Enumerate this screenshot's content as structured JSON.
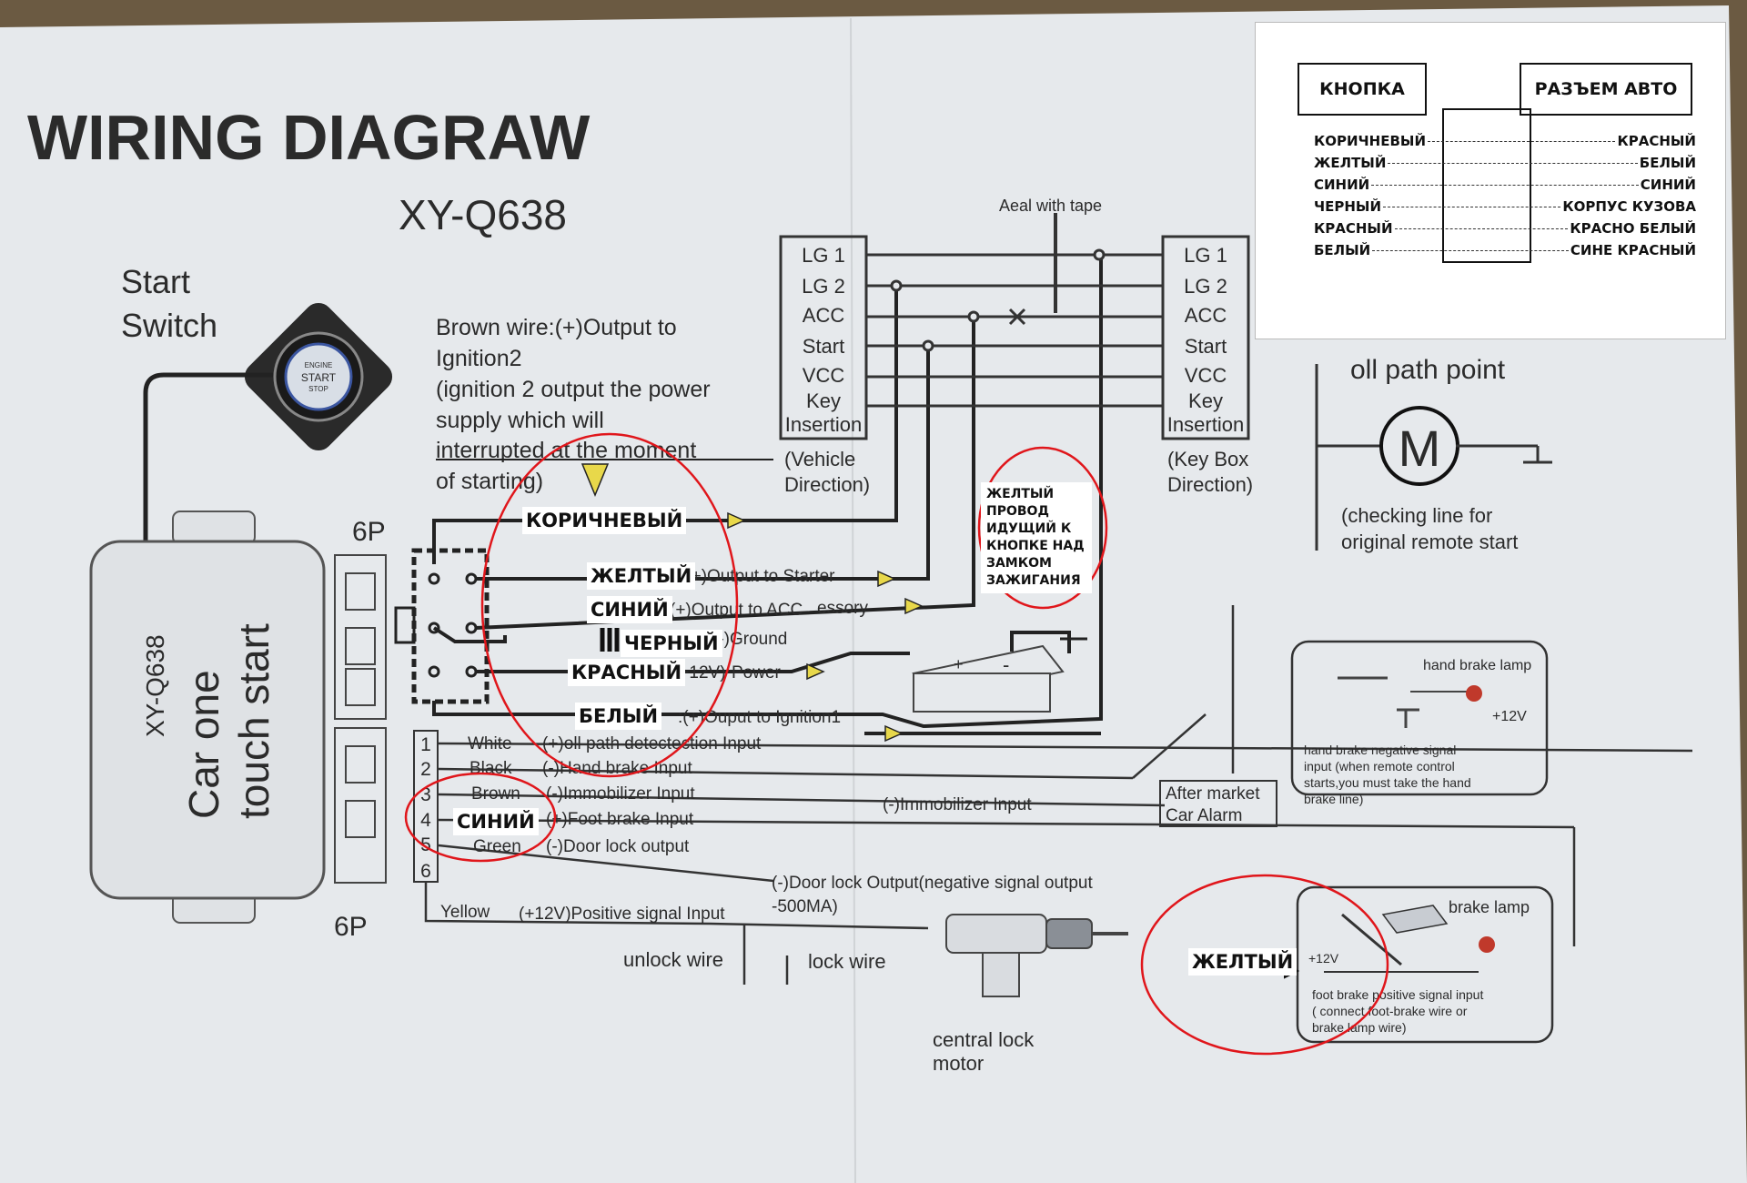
{
  "title": "WIRING DIAGRAW",
  "model": "XY-Q638",
  "start_switch": {
    "label_line1": "Start",
    "label_line2": "Switch",
    "btn_top": "ENGINE",
    "btn_mid": "START",
    "btn_bot": "STOP"
  },
  "module": {
    "model": "XY-Q638",
    "label_line1": "Car one",
    "label_line2": "touch start"
  },
  "connector_top": "6P",
  "connector_bottom": "6P",
  "brown_note": [
    "Brown wire:(+)Output to",
    "Ignition2",
    "(ignition 2 output the power",
    "supply which will",
    "interrupted at the moment",
    "of starting)"
  ],
  "aeal": "Aeal with tape",
  "left_block": [
    "LG 1",
    "LG 2",
    "ACC",
    "Start",
    "VCC",
    "Key",
    "Insertion"
  ],
  "right_block": [
    "LG 1",
    "LG 2",
    "ACC",
    "Start",
    "VCC",
    "Key",
    "Insertion"
  ],
  "vehicle_dir": [
    "(Vehicle",
    "Direction)"
  ],
  "keybox_dir": [
    "(Key Box",
    "Direction)"
  ],
  "oil_path": "oll path point",
  "motor": "M",
  "checking": [
    "(checking line for",
    "original remote start"
  ],
  "top_wires": {
    "starter": ":(+)Output to Starter",
    "acc": "(+)Output to ACC",
    "acc_tail": "essory",
    "ground": "(-)Ground",
    "power_v": "(+12V)",
    "power": "Power",
    "ignition1": ":(+)Ouput to Ignition1"
  },
  "pins": [
    {
      "num": "1",
      "color": "White",
      "desc": "(+)oll path detectection Input"
    },
    {
      "num": "2",
      "color": "Black",
      "desc": "(-)Hand brake Input"
    },
    {
      "num": "3",
      "color": "Brown",
      "desc": "(-)Immobilizer Input"
    },
    {
      "num": "4",
      "color": "",
      "desc": "(+)Foot brake Input"
    },
    {
      "num": "5",
      "color": "Green",
      "desc": "(-)Door lock output"
    },
    {
      "num": "6",
      "color": "",
      "desc": ""
    }
  ],
  "yellow_pin": {
    "color": "Yellow",
    "desc": "(+12V)Positive signal Input"
  },
  "immob_input": "(-)Immobilizer Input",
  "after_market": [
    "After market",
    "Car Alarm"
  ],
  "door_lock_out": [
    "(-)Door lock Output(negative signal output",
    "-500MA)"
  ],
  "unlock": "unlock wire",
  "lock": "lock wire",
  "central_lock": [
    "central lock",
    "motor"
  ],
  "hand_brake": {
    "lamp": "hand brake lamp",
    "v": "+12V",
    "desc": [
      "hand brake negative signal",
      "input (when remote control",
      "starts,you must take the hand",
      "brake line)"
    ]
  },
  "foot_brake": {
    "lamp": "brake lamp",
    "v": "+12V",
    "desc": [
      "foot brake positive signal input",
      "( connect foot-brake wire or",
      "brake lamp wire)"
    ]
  },
  "battery": {
    "plus": "+",
    "minus": "-"
  },
  "ru_labels": {
    "brown": "КОРИЧНЕВЫЙ",
    "yellow": "ЖЕЛТЫЙ",
    "blue": "СИНИЙ",
    "black": "ЧЕРНЫЙ",
    "red": "КРАСНЫЙ",
    "white": "БЕЛЫЙ",
    "pin_blue": "СИНИЙ",
    "foot_yellow": "ЖЕЛТЫЙ",
    "note": "ЖЕЛТЫЙ ПРОВОД ИДУЩИЙ К КНОПКЕ НАД ЗАМКОМ ЗАЖИГАНИЯ"
  },
  "legend": {
    "left_header": "КНОПКА",
    "right_header": "РАЗЪЕМ АВТО",
    "rows": [
      {
        "left": "КОРИЧНЕВЫЙ",
        "right": "КРАСНЫЙ"
      },
      {
        "left": "ЖЕЛТЫЙ",
        "right": "БЕЛЫЙ"
      },
      {
        "left": "СИНИЙ",
        "right": "СИНИЙ"
      },
      {
        "left": "ЧЕРНЫЙ",
        "right": "КОРПУС КУЗОВА"
      },
      {
        "left": "КРАСНЫЙ",
        "right": "КРАСНО БЕЛЫЙ"
      },
      {
        "left": "БЕЛЫЙ",
        "right": "СИНЕ КРАСНЫЙ"
      }
    ]
  },
  "colors": {
    "paper": "#e9ecef",
    "ink": "#2b2b2b",
    "annotation": "#e0161b",
    "brand_red": "#c62828",
    "arrow_fill": "#e8d84a"
  }
}
